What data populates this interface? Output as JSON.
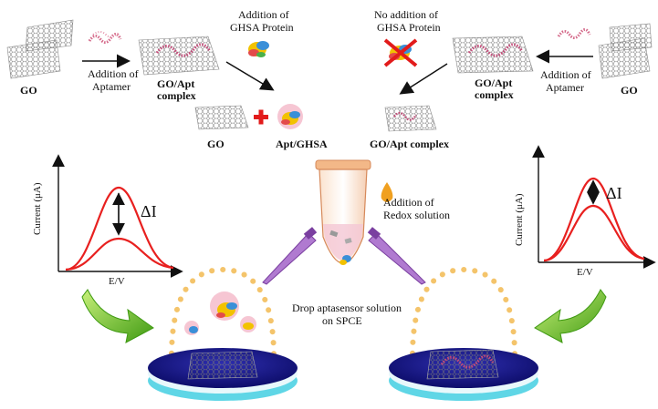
{
  "top_left": {
    "go_label": "GO",
    "addition_aptamer_line1": "Addition of",
    "addition_aptamer_line2": "Aptamer",
    "complex_line1": "GO/Apt",
    "complex_line2": "complex",
    "ghsa_line1": "Addition of",
    "ghsa_line2": "GHSA Protein"
  },
  "top_right": {
    "go_label": "GO",
    "addition_aptamer_line1": "Addition of",
    "addition_aptamer_line2": "Aptamer",
    "complex_line1": "GO/Apt",
    "complex_line2": "complex",
    "no_ghsa_line1": "No addition of",
    "no_ghsa_line2": "GHSA Protein"
  },
  "middle": {
    "go_label": "GO",
    "apt_ghsa_label": "Apt/GHSA",
    "go_apt_complex_label": "GO/Apt complex"
  },
  "tube": {
    "redox_line1": "Addition of",
    "redox_line2": "Redox  solution",
    "drop_line1": "Drop aptasensor solution",
    "drop_line2": "on SPCE"
  },
  "plot_left": {
    "ylabel": "Current (μA)",
    "xlabel": "E/V",
    "delta": "ΔI"
  },
  "plot_right": {
    "ylabel": "Current (μA)",
    "xlabel": "E/V",
    "delta": "ΔI"
  },
  "icons": [
    "graphene-sheet-icon",
    "aptamer-icon",
    "protein-icon",
    "plus-icon",
    "cross-icon",
    "tube-icon",
    "pipette-icon",
    "drop-icon",
    "electrode-icon",
    "curved-arrow-icon"
  ],
  "colors": {
    "curve": "#e8201f",
    "pipette": "#7a3fa0",
    "electrode": "#1a1a8c",
    "dots": "#f4c46b",
    "green_arrow": "#6cc22a",
    "redox_drop": "#f0a020"
  }
}
